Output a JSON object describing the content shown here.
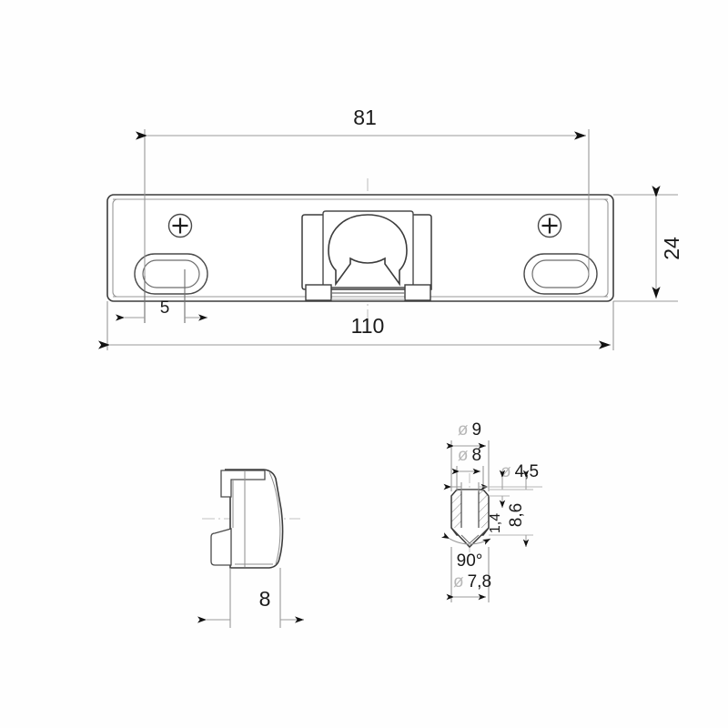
{
  "drawing": {
    "title": "Technical drawing - electric strike / lock keeper",
    "background_color": "#fefefe",
    "line_color": "#3c3c3c",
    "dimension_line_color": "#9a9a9a",
    "text_color": "#1a1a1a",
    "diameter_symbol_color": "#b8b8b8"
  },
  "views": {
    "front": {
      "name": "front-view",
      "dimensions": {
        "overall_length": {
          "value": "110",
          "unit": "mm",
          "position": "bottom"
        },
        "hole_spacing": {
          "value": "81",
          "unit": "mm",
          "position": "top"
        },
        "edge_offset": {
          "value": "5",
          "unit": "mm",
          "position": "bottom-left"
        },
        "height": {
          "value": "24",
          "unit": "mm",
          "position": "right",
          "orientation": "vertical"
        }
      },
      "features": [
        {
          "name": "screw-cross-left",
          "label": "+"
        },
        {
          "name": "screw-cross-right",
          "label": "+"
        },
        {
          "name": "mounting-slot-left"
        },
        {
          "name": "mounting-slot-right"
        },
        {
          "name": "keeper-latch-center"
        }
      ]
    },
    "side": {
      "name": "side-view",
      "dimensions": {
        "depth": {
          "value": "8",
          "unit": "mm",
          "position": "bottom"
        }
      }
    },
    "hole_detail": {
      "name": "hole-detail-view",
      "dimensions": {
        "outer_diameter": {
          "symbol": "ø",
          "value": "9",
          "unit": "mm",
          "position": "top"
        },
        "body_diameter": {
          "symbol": "ø",
          "value": "8",
          "unit": "mm",
          "position": "top"
        },
        "bore_diameter": {
          "symbol": "ø",
          "value": "4,5",
          "unit": "mm",
          "position": "top-right"
        },
        "chamfer_height": {
          "value": "1,4",
          "unit": "mm",
          "position": "right",
          "orientation": "vertical"
        },
        "total_height": {
          "value": "8,6",
          "unit": "mm",
          "position": "right",
          "orientation": "vertical"
        },
        "chamfer_angle": {
          "value": "90°",
          "position": "bottom"
        },
        "seat_diameter": {
          "symbol": "ø",
          "value": "7,8",
          "unit": "mm",
          "position": "bottom"
        }
      }
    }
  },
  "labels": {
    "len_110": "110",
    "len_81": "81",
    "len_5": "5",
    "len_24": "24",
    "depth_8": "8",
    "dia_9": "9",
    "dia_8": "8",
    "dia_45": "4,5",
    "h_14": "1,4",
    "h_86": "8,6",
    "ang_90": "90°",
    "dia_78": "7,8",
    "dia_symbol": "ø",
    "cross_plus": "+"
  }
}
